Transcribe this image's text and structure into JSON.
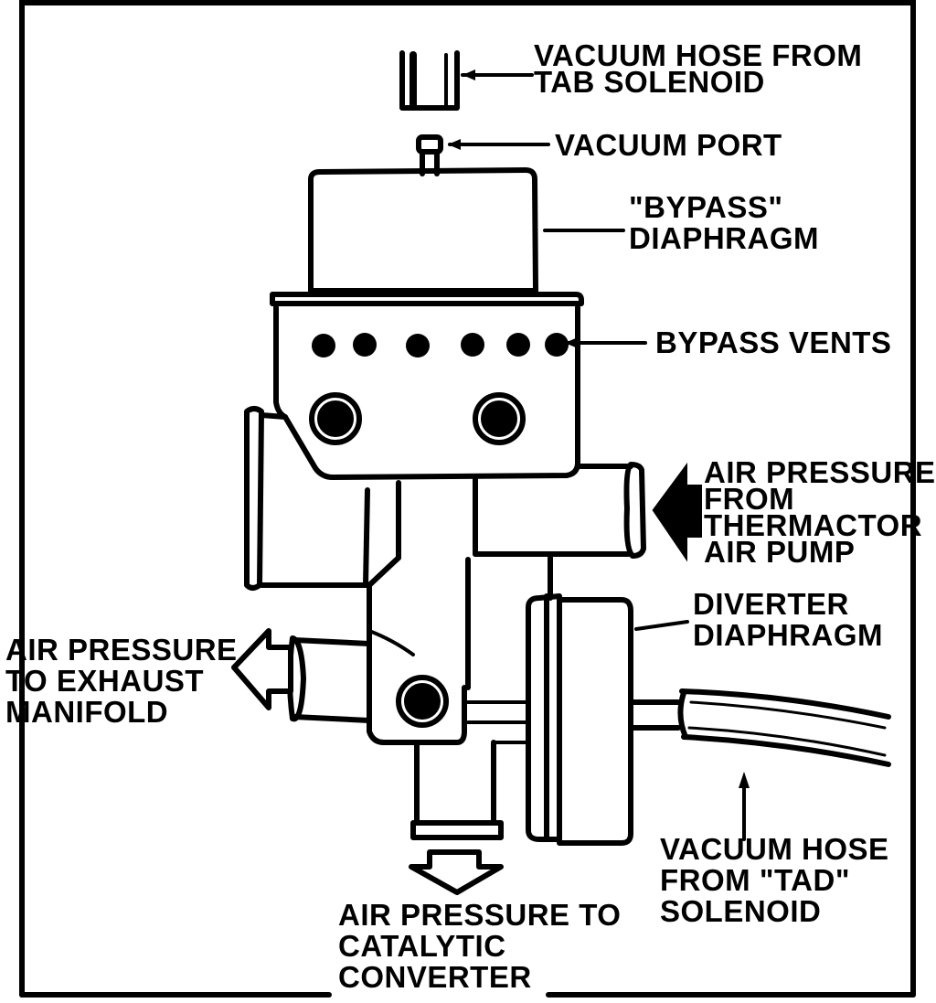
{
  "diagram": {
    "labels": {
      "vacuum_hose_tab": [
        "VACUUM HOSE FROM",
        "TAB SOLENOID"
      ],
      "vacuum_port": "VACUUM PORT",
      "bypass_diaphragm": [
        "\"BYPASS\"",
        "DIAPHRAGM"
      ],
      "bypass_vents": "BYPASS VENTS",
      "air_from_pump": [
        "AIR PRESSURE",
        "FROM",
        "THERMACTOR",
        "AIR PUMP"
      ],
      "diverter_diaphragm": [
        "DIVERTER",
        "DIAPHRAGM"
      ],
      "air_to_exhaust": [
        "AIR PRESSURE",
        "TO EXHAUST",
        "MANIFOLD"
      ],
      "vacuum_hose_tad": [
        "VACUUM HOSE",
        "FROM \"TAD\"",
        "SOLENOID"
      ],
      "air_to_catalytic": [
        "AIR PRESSURE TO",
        "CATALYTIC",
        "CONVERTER"
      ]
    }
  }
}
